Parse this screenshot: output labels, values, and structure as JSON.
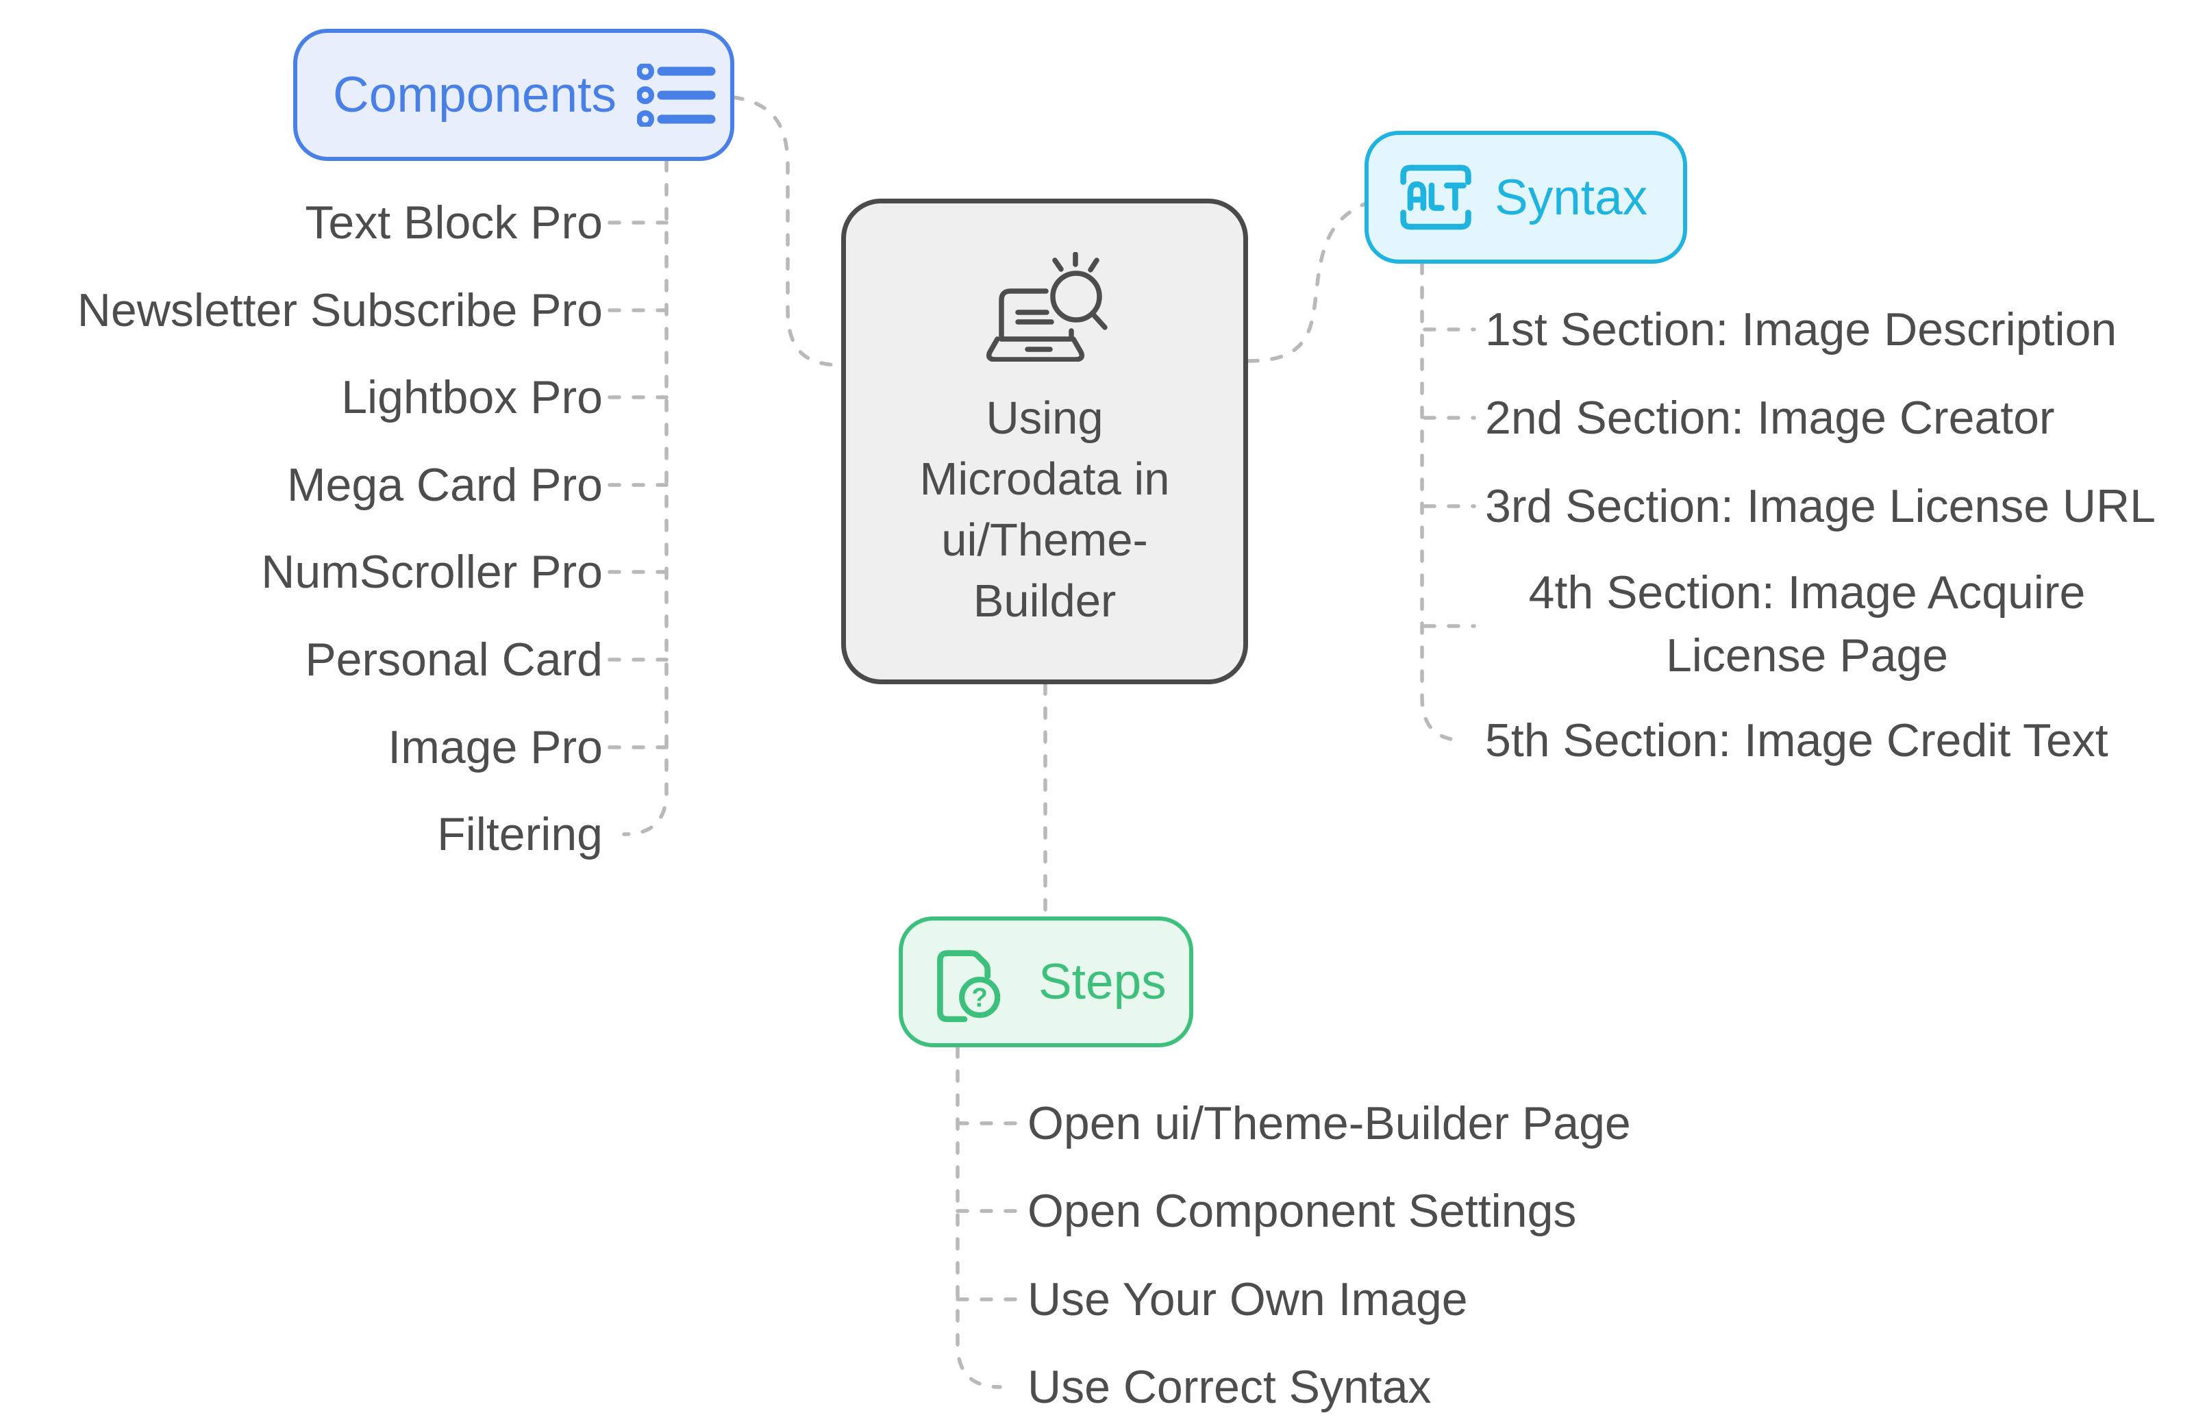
{
  "diagram": {
    "central_node": {
      "title": "Using Microdata in ui/Theme-Builder",
      "title_lines": [
        "Using",
        "Microdata in",
        "ui/Theme-",
        "Builder"
      ],
      "icon": "laptop-search-icon"
    },
    "branches": [
      {
        "id": "components",
        "label": "Components",
        "icon": "bulleted-list-icon",
        "color": "#4880e8",
        "fill": "#e8eefc",
        "items": [
          "Text Block Pro",
          "Newsletter Subscribe Pro",
          "Lightbox Pro",
          "Mega Card Pro",
          "NumScroller Pro",
          "Personal Card",
          "Image Pro",
          "Filtering"
        ]
      },
      {
        "id": "syntax",
        "label": "Syntax",
        "icon": "alt-text-icon",
        "color": "#1fb4e0",
        "fill": "#e4f6fd",
        "items": [
          "1st Section: Image Description",
          "2nd Section: Image Creator",
          "3rd Section: Image License URL",
          "4th Section: Image Acquire License Page",
          "5th Section: Image Credit Text"
        ]
      },
      {
        "id": "steps",
        "label": "Steps",
        "icon": "document-question-icon",
        "color": "#3ec07d",
        "fill": "#e8f8ef",
        "items": [
          "Open ui/Theme-Builder Page",
          "Open Component Settings",
          "Use Your Own Image",
          "Use Correct Syntax"
        ]
      }
    ],
    "connector_color": "#b9b9b9",
    "central_colors": {
      "border": "#4a4a4a",
      "fill": "#efefef",
      "text": "#4d4d4d"
    }
  }
}
